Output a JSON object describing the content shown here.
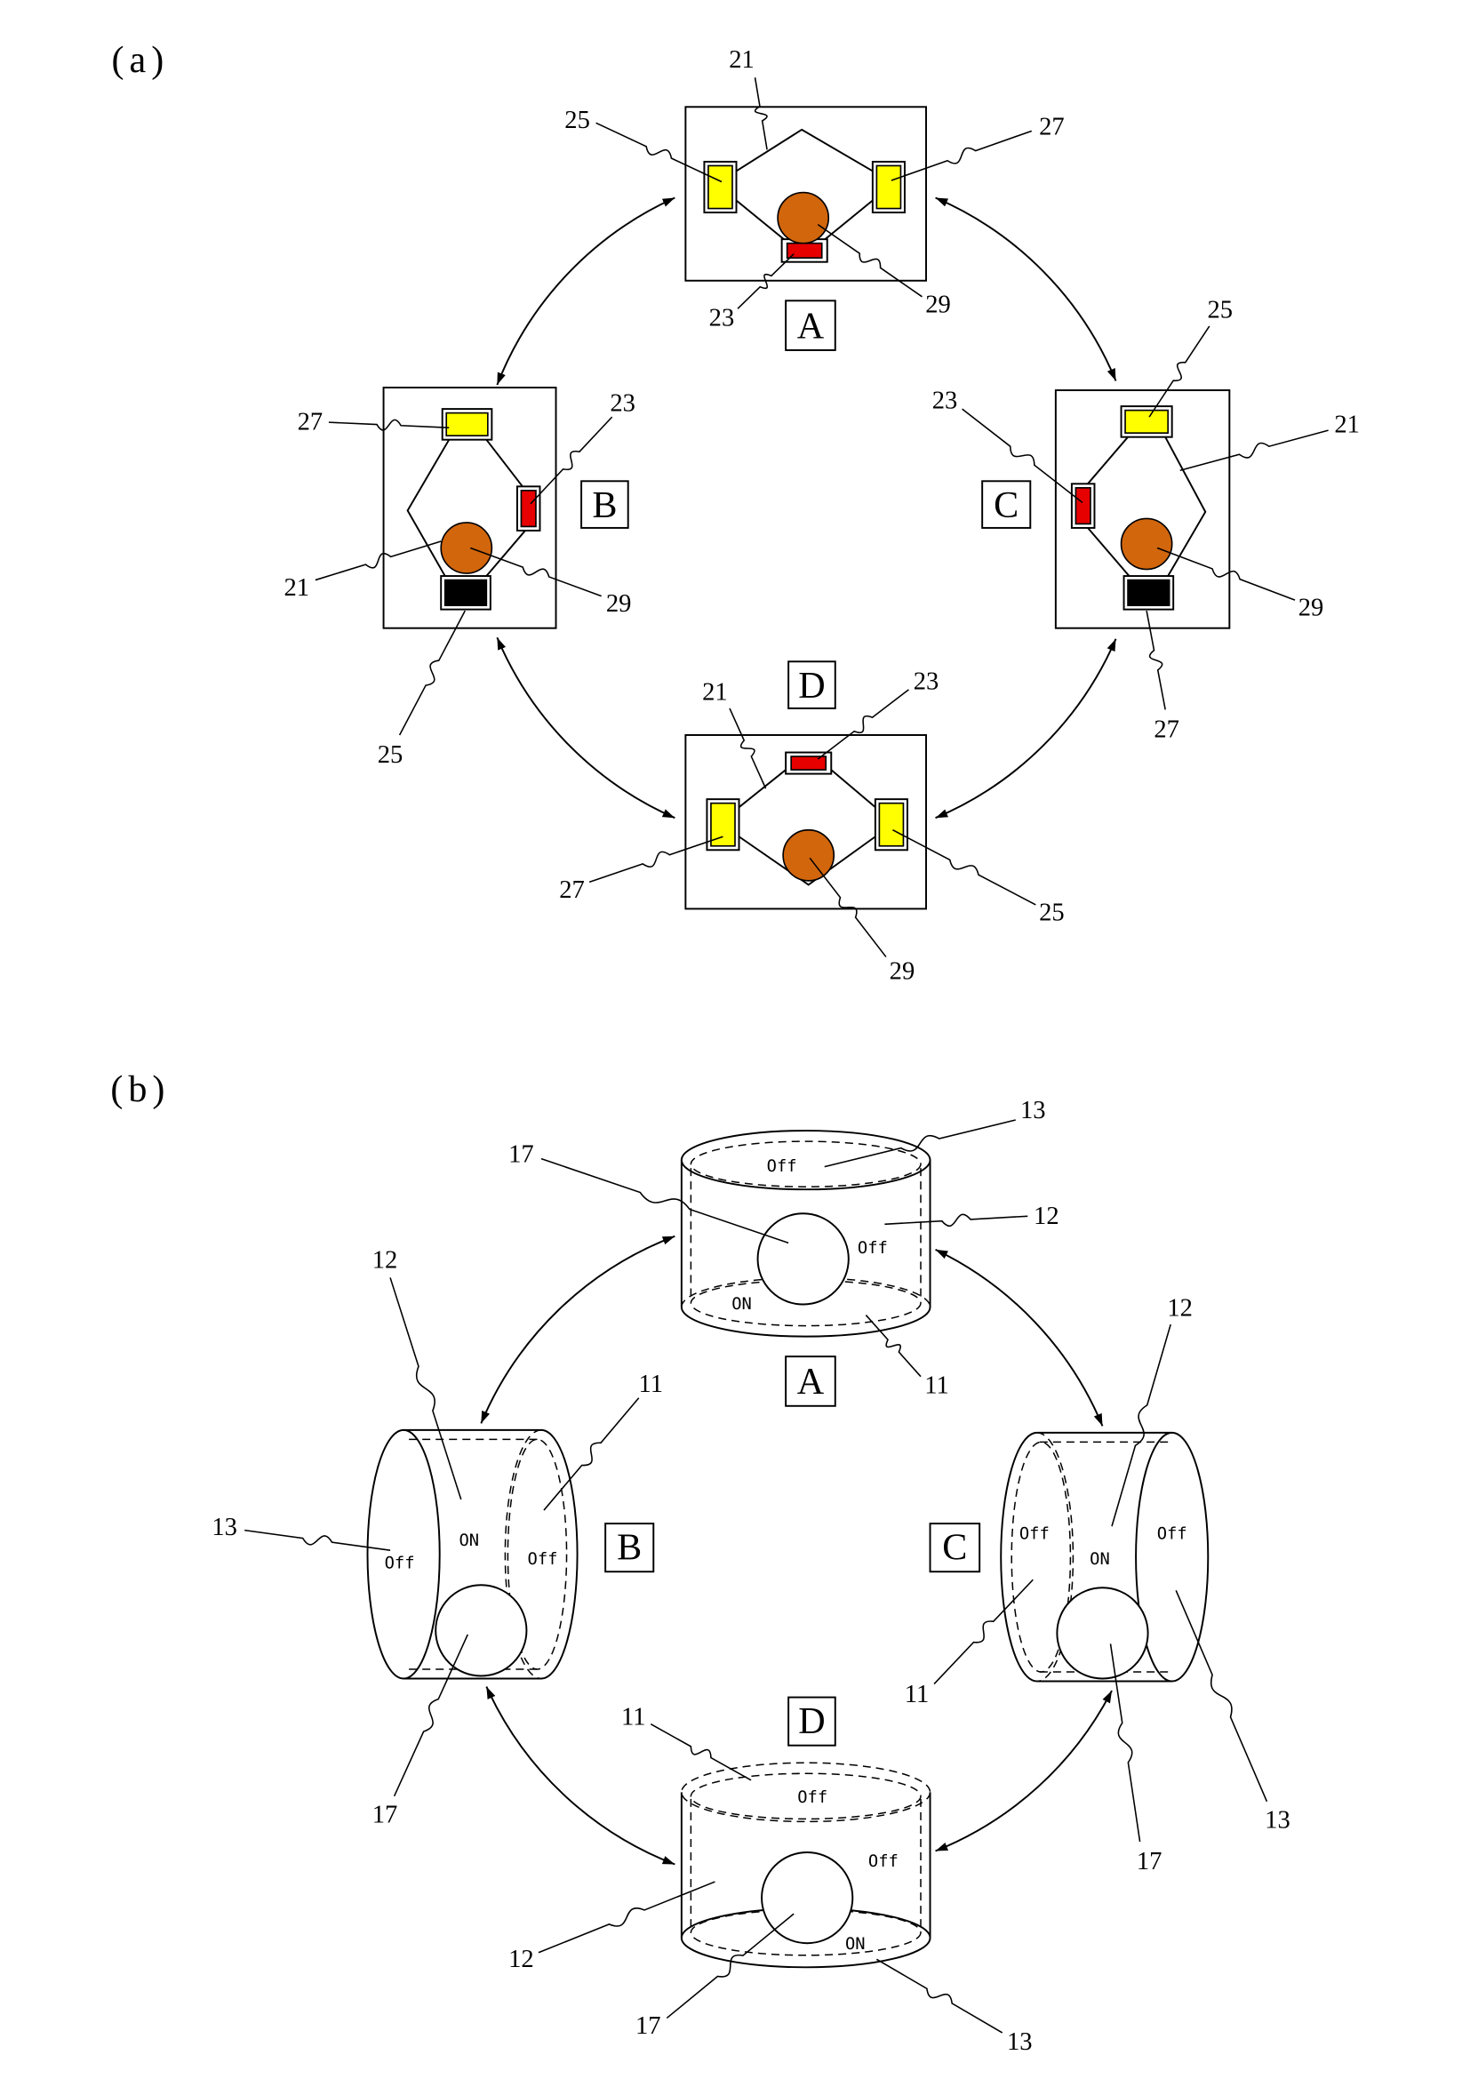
{
  "figure_a": {
    "label": "(a)",
    "A": {
      "label": "A",
      "refs": [
        "21",
        "25",
        "27",
        "23",
        "29"
      ]
    },
    "B": {
      "label": "B",
      "refs": [
        "27",
        "23",
        "21",
        "29",
        "25"
      ]
    },
    "C": {
      "label": "C",
      "refs": [
        "25",
        "23",
        "21",
        "29",
        "27"
      ]
    },
    "D": {
      "label": "D",
      "refs": [
        "21",
        "23",
        "27",
        "25",
        "29"
      ]
    }
  },
  "figure_b": {
    "label": "(b)",
    "A": {
      "label": "A",
      "refs": [
        "17",
        "13",
        "12",
        "11"
      ],
      "marks": [
        "Off",
        "Off",
        "ON"
      ]
    },
    "B": {
      "label": "B",
      "refs": [
        "12",
        "11",
        "13",
        "17"
      ],
      "marks": [
        "Off",
        "ON",
        "Off"
      ]
    },
    "C": {
      "label": "C",
      "refs": [
        "12",
        "11",
        "17",
        "13"
      ],
      "marks": [
        "Off",
        "ON",
        "Off"
      ]
    },
    "D": {
      "label": "D",
      "refs": [
        "11",
        "12",
        "17",
        "13"
      ],
      "marks": [
        "Off",
        "Off",
        "ON"
      ]
    }
  },
  "colors": {
    "yellow": "#ffff00",
    "red": "#e60000",
    "orange": "#d2660c",
    "black": "#000000"
  }
}
